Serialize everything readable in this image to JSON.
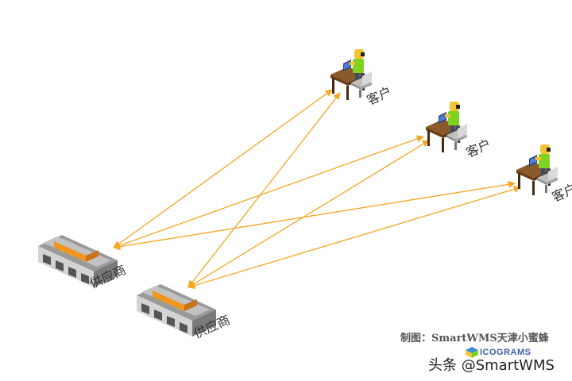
{
  "diagram": {
    "suppliers": [
      {
        "label": "供应商"
      },
      {
        "label": "供应商"
      }
    ],
    "customers": [
      {
        "label": "客户"
      },
      {
        "label": "客户"
      },
      {
        "label": "客户"
      }
    ],
    "arrow_color": "#f5a623"
  },
  "footer": {
    "credit": "制图：SmartWMS天津小蜜蜂",
    "brand": "ICOGRAMS",
    "watermark": "头条 @SmartWMS"
  }
}
